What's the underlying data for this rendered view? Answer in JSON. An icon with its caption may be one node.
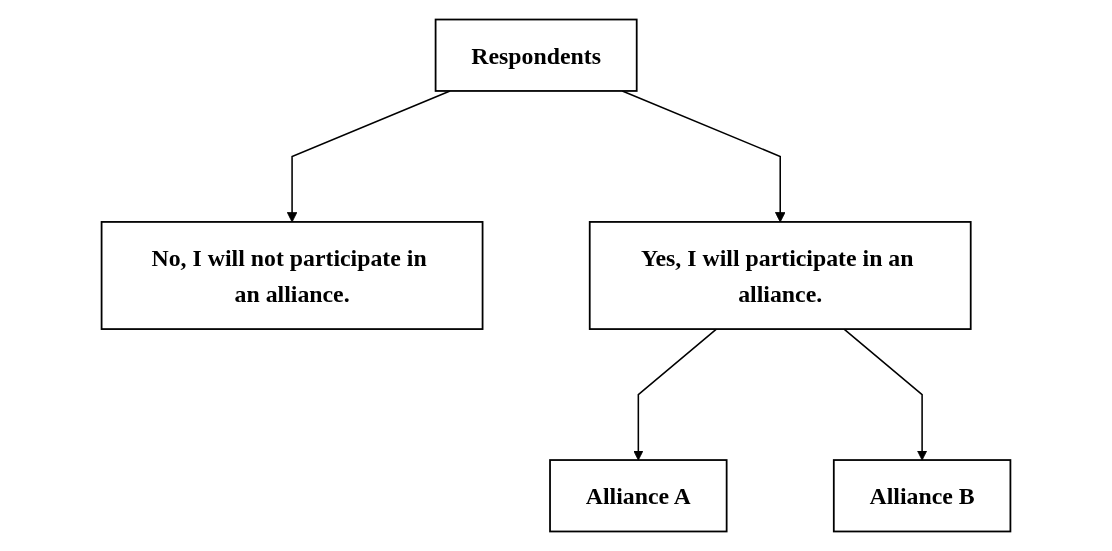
{
  "diagram": {
    "nodes": [
      {
        "text": [
          "Respondents"
        ]
      },
      {
        "text": [
          "No, I will not participate in an alliance."
        ]
      },
      {
        "text": [
          "Yes, I will participate in an alliance."
        ]
      },
      {
        "text": [
          "Alliance A"
        ]
      },
      {
        "text": [
          "Alliance B"
        ]
      }
    ],
    "edges": [
      {
        "from": 0,
        "to": 1,
        "arrow": "to"
      },
      {
        "from": 0,
        "to": 2,
        "arrow": "to"
      },
      {
        "from": 2,
        "to": 3,
        "arrow": "to"
      },
      {
        "from": 2,
        "to": 4,
        "arrow": "to"
      }
    ]
  }
}
